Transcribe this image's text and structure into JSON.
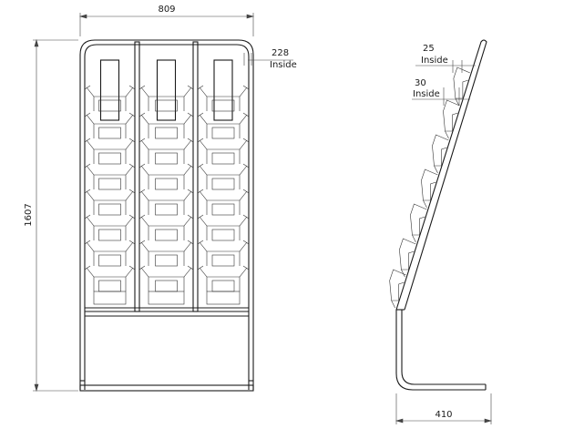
{
  "dimensions": {
    "overall_width": "809",
    "overall_height": "1607",
    "pocket_width": "228",
    "pocket_width_note": "Inside",
    "pocket_depth": "25",
    "pocket_depth_note": "Inside",
    "pocket_front": "30",
    "pocket_front_note": "Inside",
    "base_depth": "410"
  }
}
